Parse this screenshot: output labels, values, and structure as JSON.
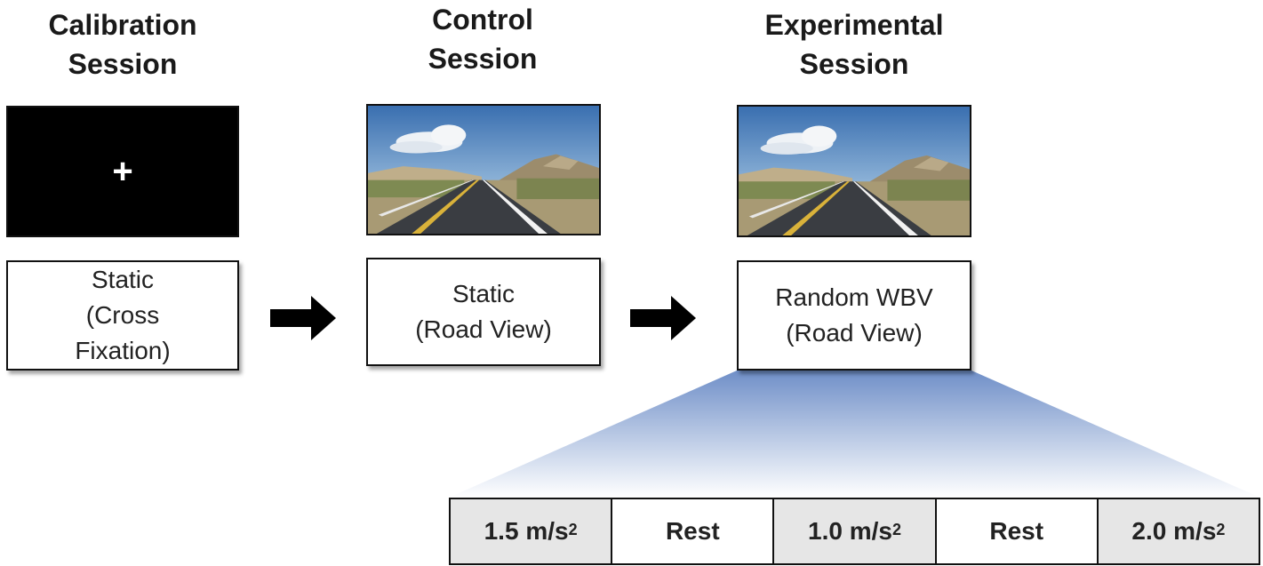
{
  "sessions": [
    {
      "title_line1": "Calibration",
      "title_line2": "Session",
      "screen": "cross-fixation",
      "cross_symbol": "+",
      "condition_line1": "Static",
      "condition_line2": "(Cross",
      "condition_line3": "Fixation)"
    },
    {
      "title_line1": "Control",
      "title_line2": "Session",
      "screen": "road-view",
      "condition_line1": "Static",
      "condition_line2": "(Road View)"
    },
    {
      "title_line1": "Experimental",
      "title_line2": "Session",
      "screen": "road-view",
      "condition_line1": "Random WBV",
      "condition_line2": "(Road View)"
    }
  ],
  "sequence": [
    {
      "value": "1.5",
      "unit": "m/s",
      "exp": "2",
      "shaded": true
    },
    {
      "value": "Rest",
      "unit": "",
      "exp": "",
      "shaded": false
    },
    {
      "value": "1.0",
      "unit": "m/s",
      "exp": "2",
      "shaded": true
    },
    {
      "value": "Rest",
      "unit": "",
      "exp": "",
      "shaded": false
    },
    {
      "value": "2.0",
      "unit": "m/s",
      "exp": "2",
      "shaded": true
    }
  ],
  "colors": {
    "fan_top": "#6f8fc8",
    "fan_bottom": "#ffffff",
    "shaded_cell": "#e6e6e6",
    "arrow": "#000000"
  },
  "icons": {
    "arrow": "right-arrow-icon",
    "screen_image": "road-scene-image"
  }
}
